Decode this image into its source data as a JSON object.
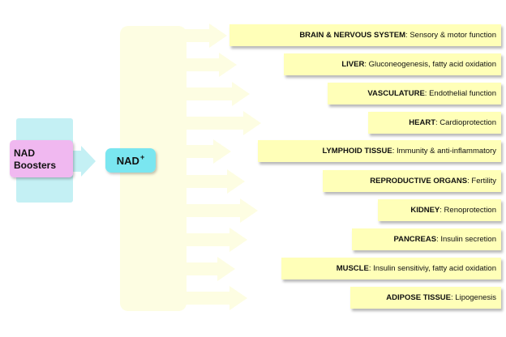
{
  "booster": {
    "line1": "NAD",
    "line2": "Boosters"
  },
  "nad": {
    "text": "NAD",
    "sup": "+"
  },
  "organs": [
    {
      "name": "BRAIN & NERVOUS SYSTEM",
      "desc": ": Sensory & motor function"
    },
    {
      "name": "LIVER",
      "desc": ": Gluconeogenesis, fatty acid oxidation"
    },
    {
      "name": "VASCULATURE",
      "desc": ": Endothelial function"
    },
    {
      "name": "HEART",
      "desc": ": Cardioprotection"
    },
    {
      "name": "LYMPHOID TISSUE",
      "desc": ": Immunity & anti-inflammatory"
    },
    {
      "name": "REPRODUCTIVE ORGANS",
      "desc": ": Fertility"
    },
    {
      "name": "KIDNEY",
      "desc": ": Renoprotection"
    },
    {
      "name": "PANCREAS",
      "desc": ": Insulin secretion"
    },
    {
      "name": "MUSCLE",
      "desc": ": Insulin sensitiviy, fatty acid oxidation"
    },
    {
      "name": "ADIPOSE TISSUE",
      "desc": ": Lipogenesis"
    }
  ],
  "colors": {
    "booster_fill": "#f0b8f0",
    "booster_bg": "#c4f0f4",
    "nad_fill": "#7ae6f0",
    "arrow_fill": "#fdfde2",
    "box_fill": "#ffffb8"
  }
}
